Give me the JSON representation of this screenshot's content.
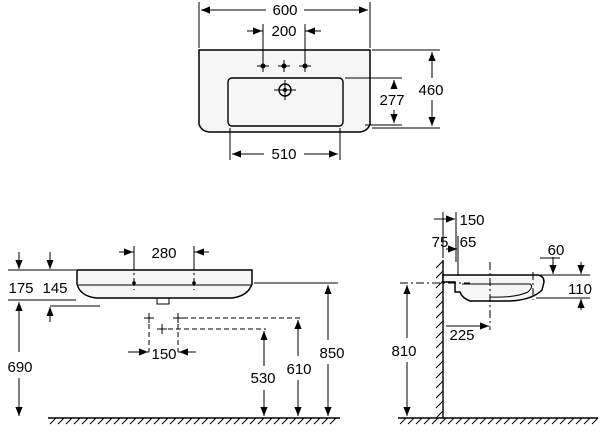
{
  "dimensions": {
    "top_width": "600",
    "tap_spacing_top": "200",
    "depth_total": "460",
    "bowl_depth": "277",
    "bowl_width": "510",
    "tap_spacing_front": "280",
    "rim_height": "175",
    "rim_offset": "145",
    "floor_to_base": "690",
    "waste_spacing": "150",
    "waste_530": "530",
    "waste_610": "610",
    "floor_to_top": "850",
    "side_depth": "150",
    "side_75": "75",
    "side_65": "65",
    "side_60": "60",
    "side_110": "110",
    "side_225": "225",
    "side_810": "810"
  }
}
